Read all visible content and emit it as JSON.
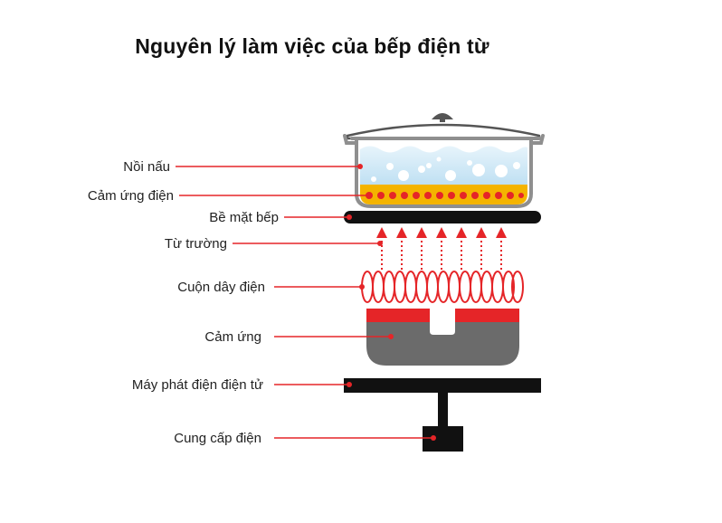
{
  "title": "Nguyên lý làm việc của bếp điện từ",
  "labels": {
    "pot": "Nồi nấu",
    "induced_current": "Cảm ứng điện",
    "cooktop_surface": "Bề mặt bếp",
    "magnetic_field": "Từ trường",
    "coil": "Cuộn dây điện",
    "induction": "Cảm ứng",
    "generator": "Máy phát điện điện tử",
    "power_supply": "Cung cấp điện"
  },
  "colors": {
    "accent_red": "#e52528",
    "dark": "#111111",
    "water": "#cfe8f7",
    "heated_layer": "#f4b400",
    "core_gray": "#6b6b6b",
    "pot_gray": "#a3a3a3"
  }
}
